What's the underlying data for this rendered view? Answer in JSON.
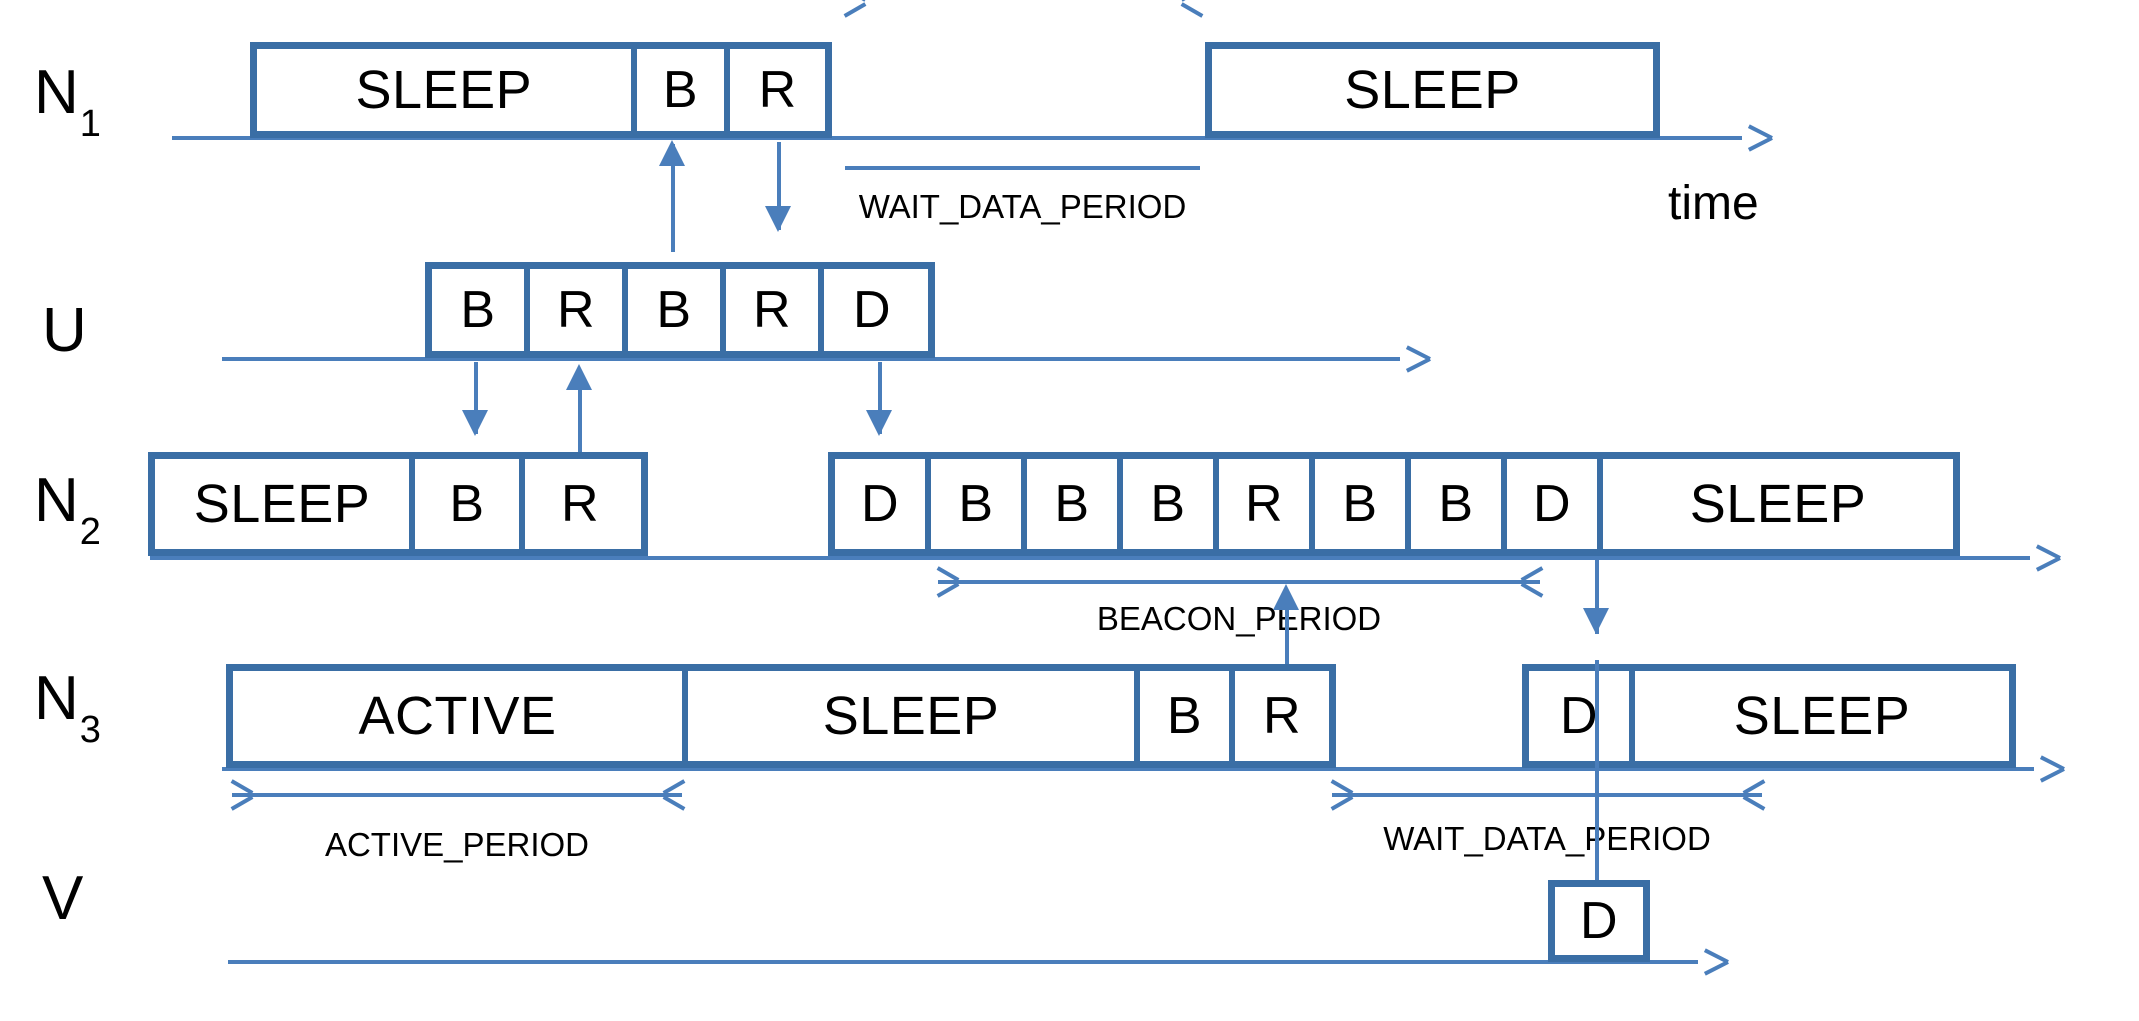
{
  "diagram": {
    "title": "Duty-cycled beacon / data exchange timing diagram",
    "colors": {
      "box_border": "#3a6ea5",
      "arrow": "#4a7ebb",
      "text": "#000000",
      "background": "#ffffff"
    },
    "time_axis_label": "time",
    "rows": [
      {
        "id": "n1",
        "label_main": "N",
        "label_sub": "1",
        "cells": [
          {
            "text": "SLEEP"
          },
          {
            "text": "B"
          },
          {
            "text": "R"
          },
          {
            "text": "SLEEP"
          }
        ]
      },
      {
        "id": "u",
        "label_main": "U",
        "label_sub": "",
        "cells": [
          {
            "text": "B"
          },
          {
            "text": "R"
          },
          {
            "text": "B"
          },
          {
            "text": "R"
          },
          {
            "text": "D"
          }
        ]
      },
      {
        "id": "n2",
        "label_main": "N",
        "label_sub": "2",
        "cells": [
          {
            "text": "SLEEP"
          },
          {
            "text": "B"
          },
          {
            "text": "R"
          },
          {
            "text": "D"
          },
          {
            "text": "B"
          },
          {
            "text": "B"
          },
          {
            "text": "B"
          },
          {
            "text": "R"
          },
          {
            "text": "B"
          },
          {
            "text": "B"
          },
          {
            "text": "D"
          },
          {
            "text": "SLEEP"
          }
        ]
      },
      {
        "id": "n3",
        "label_main": "N",
        "label_sub": "3",
        "cells": [
          {
            "text": "ACTIVE"
          },
          {
            "text": "SLEEP"
          },
          {
            "text": "B"
          },
          {
            "text": "R"
          },
          {
            "text": "D"
          },
          {
            "text": "SLEEP"
          }
        ]
      },
      {
        "id": "v",
        "label_main": "V",
        "label_sub": "",
        "cells": [
          {
            "text": "D"
          }
        ]
      }
    ],
    "period_labels": [
      {
        "id": "wait-data-period-n1",
        "text": "WAIT_DATA_PERIOD"
      },
      {
        "id": "beacon-period-n2",
        "text": "BEACON_PERIOD"
      },
      {
        "id": "active-period-n3",
        "text": "ACTIVE_PERIOD"
      },
      {
        "id": "wait-data-period-n3",
        "text": "WAIT_DATA_PERIOD"
      }
    ]
  }
}
